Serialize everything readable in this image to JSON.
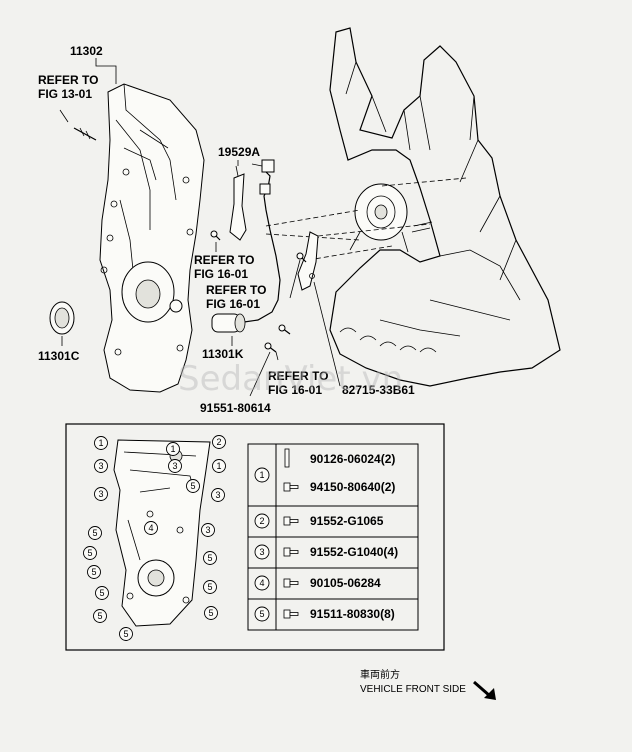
{
  "diagram": {
    "labels": {
      "part_11302": "11302",
      "refer_fig13": [
        "REFER TO",
        "FIG 13-01"
      ],
      "part_19529A": "19529A",
      "refer_fig16_a": [
        "REFER TO",
        "FIG 16-01"
      ],
      "refer_fig16_b": [
        "REFER TO",
        "FIG 16-01"
      ],
      "part_11301C": "11301C",
      "part_11301K": "11301K",
      "refer_fig16_c": [
        "REFER TO",
        "FIG 16-01"
      ],
      "part_91551": "91551-80614",
      "part_82715": "82715-33B61"
    },
    "watermark": "SedanViet.vn",
    "bolt_table": [
      {
        "num": "1",
        "parts": [
          "90126-06024(2)",
          "94150-80640(2)"
        ]
      },
      {
        "num": "2",
        "parts": [
          "91552-G1065"
        ]
      },
      {
        "num": "3",
        "parts": [
          "91552-G1040(4)"
        ]
      },
      {
        "num": "4",
        "parts": [
          "90105-06284"
        ]
      },
      {
        "num": "5",
        "parts": [
          "91511-80830(8)"
        ]
      }
    ],
    "cover_callouts": {
      "left": [
        "1",
        "3",
        "3",
        "5",
        "5",
        "5",
        "5",
        "5"
      ],
      "top": [
        "1",
        "3",
        "2"
      ],
      "right": [
        "1",
        "3",
        "3",
        "5",
        "5",
        "5",
        "5"
      ],
      "inner": [
        "4"
      ],
      "bottom": [
        "5"
      ]
    },
    "orientation": {
      "japanese": "車両前方",
      "english": "VEHICLE FRONT SIDE"
    }
  }
}
